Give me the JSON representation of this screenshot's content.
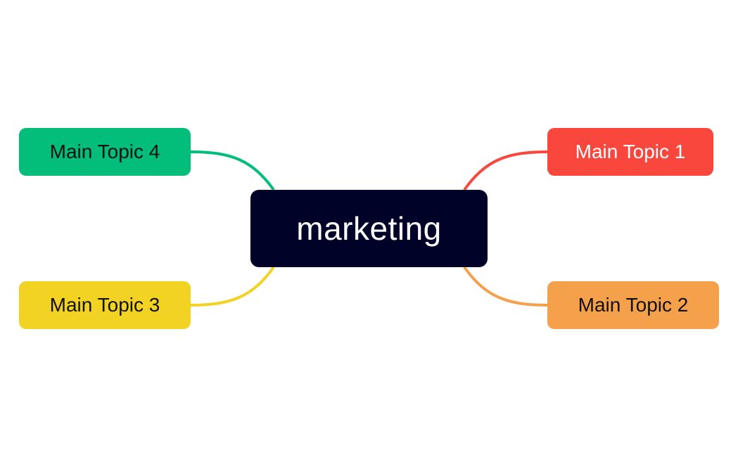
{
  "mindmap": {
    "central": {
      "label": "marketing",
      "color": "#000228",
      "text_color": "#ffffff"
    },
    "topics": [
      {
        "id": 1,
        "label": "Main Topic 1",
        "color": "#f9473e",
        "text_color": "#ffffff",
        "side": "right",
        "position": "top"
      },
      {
        "id": 2,
        "label": "Main Topic 2",
        "color": "#f5a04b",
        "text_color": "#111111",
        "side": "right",
        "position": "bottom"
      },
      {
        "id": 3,
        "label": "Main Topic 3",
        "color": "#f2d223",
        "text_color": "#111111",
        "side": "left",
        "position": "bottom"
      },
      {
        "id": 4,
        "label": "Main Topic 4",
        "color": "#03bd7b",
        "text_color": "#111111",
        "side": "left",
        "position": "top"
      }
    ],
    "background": "#ffffff"
  }
}
